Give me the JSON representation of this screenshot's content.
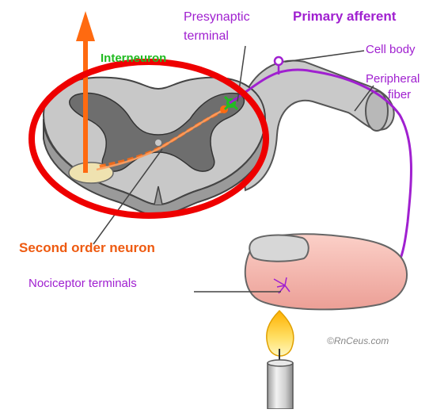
{
  "labels": {
    "presynaptic_terminal_line1": "Presynaptic",
    "presynaptic_terminal_line2": "terminal",
    "primary_afferent": "Primary afferent",
    "cell_body": "Cell body",
    "peripheral_fiber_line1": "Peripheral",
    "peripheral_fiber_line2": "fiber",
    "interneuron": "Interneuron",
    "second_order_neuron": "Second order neuron",
    "nociceptor_terminals": "Nociceptor terminals",
    "copyright": "©RnCeus.com"
  },
  "colors": {
    "primary_afferent": "#a020d0",
    "second_order_neuron": "#ff6a10",
    "interneuron": "#22bb22",
    "highlight_circle": "#ee0000",
    "gray_matter": "#6e6e6e",
    "white_matter": "#c8c8c8",
    "skin": "#f6b8b0",
    "flame": "#ffcc00",
    "candle": "#d8d8d8"
  },
  "icons": {
    "stimulus": "candle-flame-icon",
    "ascending_tract": "up-arrow-icon"
  }
}
